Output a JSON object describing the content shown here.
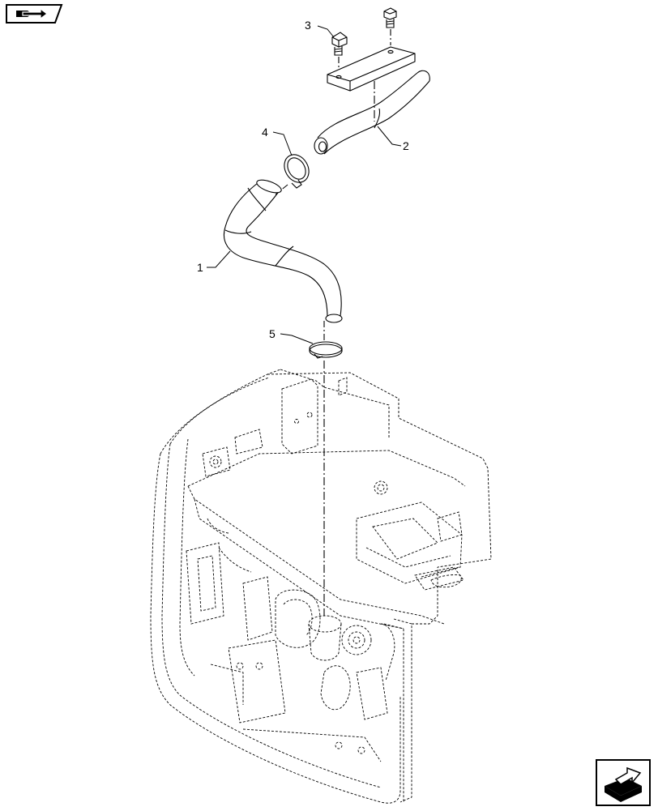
{
  "callouts": {
    "item1": "1",
    "item2": "2",
    "item3": "3",
    "item4": "4",
    "item5": "5"
  },
  "icons": {
    "top_left": "previous-page-icon",
    "bottom_right": "next-page-icon"
  },
  "colors": {
    "line": "#000000",
    "background": "#ffffff"
  }
}
